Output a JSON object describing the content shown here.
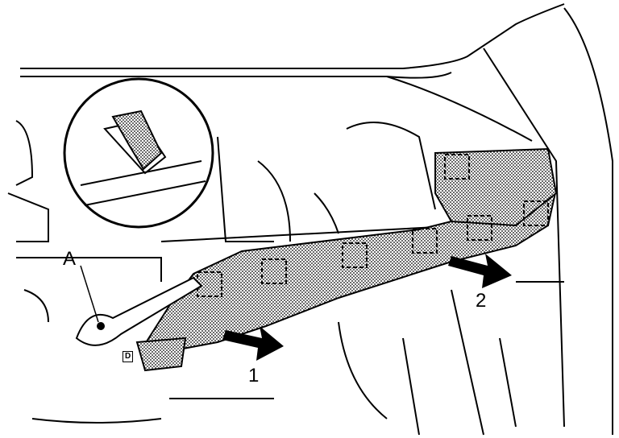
{
  "labels": {
    "part_a": "A",
    "step_1": "1",
    "step_2": "2",
    "clip_tag": "D"
  },
  "colors": {
    "line": "#000000",
    "background": "#ffffff"
  }
}
